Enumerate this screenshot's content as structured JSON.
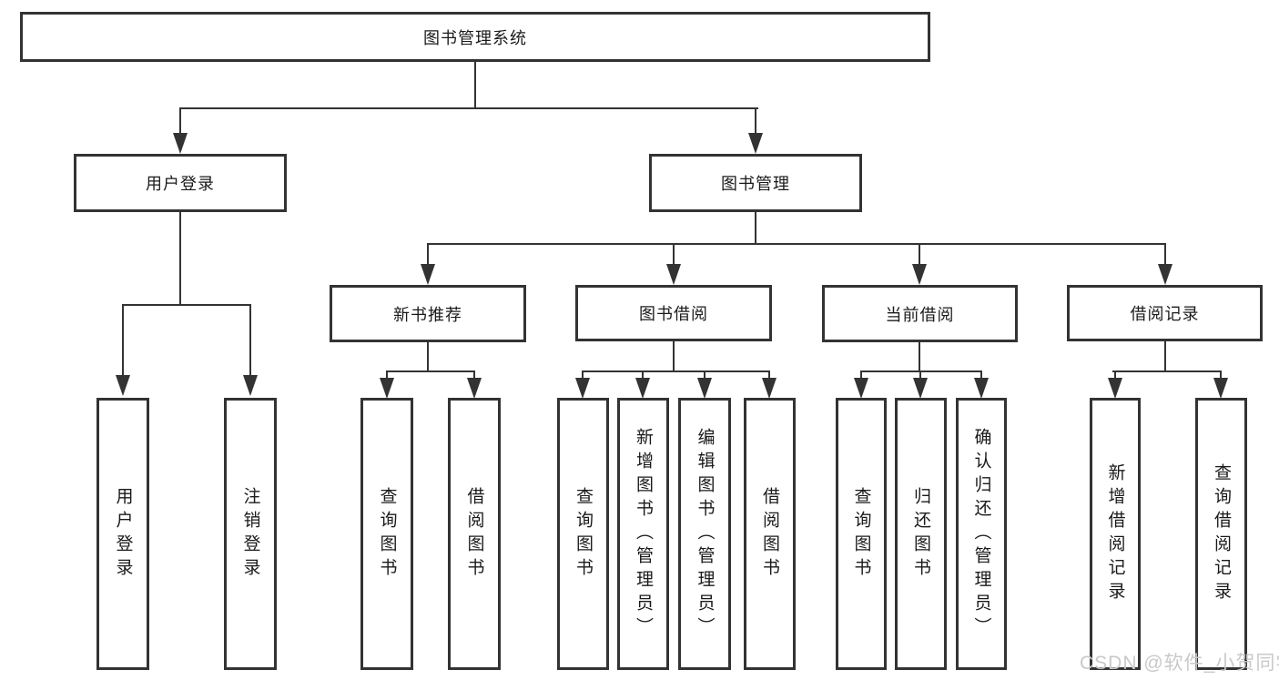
{
  "tree": {
    "root": "图书管理系统",
    "children": [
      {
        "label": "用户登录",
        "children": [
          "用户登录",
          "注销登录"
        ]
      },
      {
        "label": "图书管理",
        "children": [
          {
            "label": "新书推荐",
            "children": [
              "查询图书",
              "借阅图书"
            ]
          },
          {
            "label": "图书借阅",
            "children": [
              "查询图书",
              "新增图书（管理员）",
              "编辑图书（管理员）",
              "借阅图书"
            ]
          },
          {
            "label": "当前借阅",
            "children": [
              "查询图书",
              "归还图书",
              "确认归还（管理员）"
            ]
          },
          {
            "label": "借阅记录",
            "children": [
              "新增借阅记录",
              "查询借阅记录"
            ]
          }
        ]
      }
    ]
  },
  "watermark": {
    "text": "CSDN @软件_小贺同学"
  },
  "colors": {
    "line": "#333333",
    "box_border": "#333333",
    "text": "#1a1a1a",
    "watermark": "#c9c9c9",
    "background": "#ffffff"
  }
}
